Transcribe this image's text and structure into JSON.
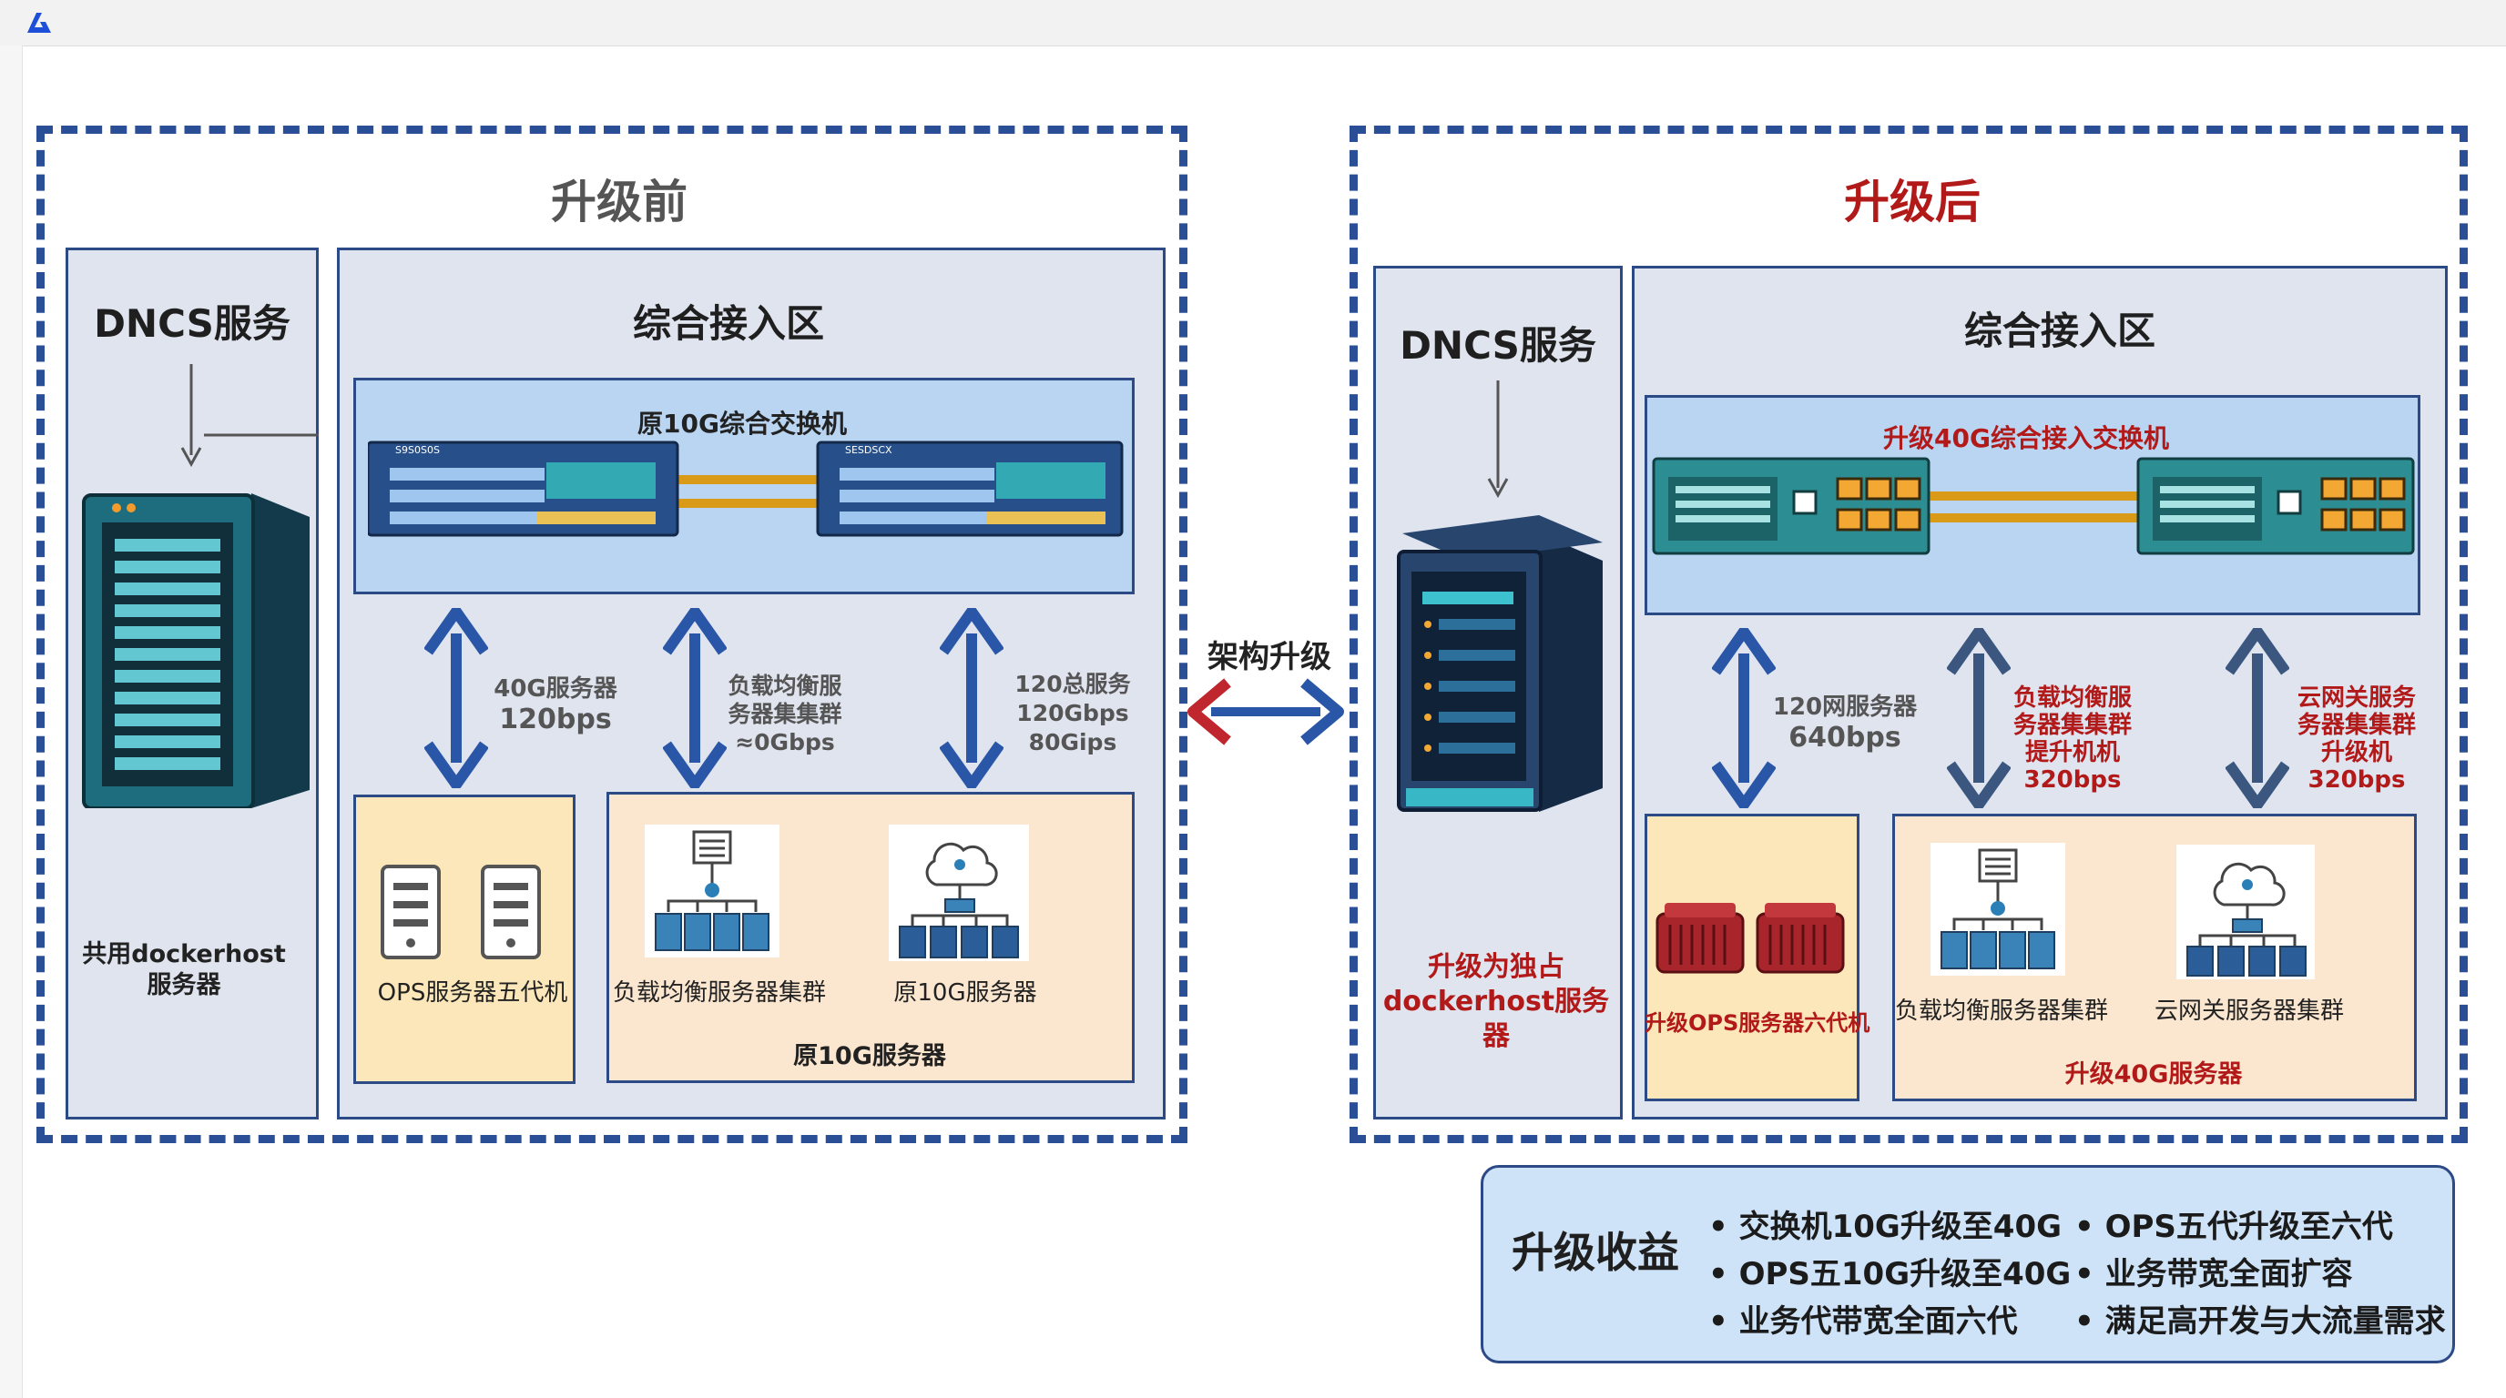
{
  "before": {
    "title": "升级前",
    "dncs_title": "DNCS服务",
    "dncs_server_label_line1": "共用dockerhost",
    "dncs_server_label_line2": "服务器",
    "access_title": "综合接入区",
    "switch_title": "原10G综合交换机",
    "switch_labels": [
      "S9S0S0S",
      "SESDSCX"
    ],
    "links": [
      {
        "lines": [
          "40G服务器",
          "120bps"
        ]
      },
      {
        "lines": [
          "负载均衡服",
          "务器集集群",
          "≈0Gbps"
        ]
      },
      {
        "lines": [
          "120总服务",
          "120Gbps",
          "80Gips"
        ]
      }
    ],
    "ops_label": "OPS服务器五代机",
    "lb_label": "负载均衡服务器集群",
    "orig_label": "原10G服务器",
    "group_label": "原10G服务器"
  },
  "transition_label": "架构升级",
  "after": {
    "title": "升级后",
    "dncs_title": "DNCS服务",
    "dncs_server_label_lines": [
      "升级为独占",
      "dockerhost服务",
      "器"
    ],
    "access_title": "综合接入区",
    "switch_title": "升级40G综合接入交换机",
    "links": [
      {
        "lines": [
          "120网服务器",
          "640bps"
        ]
      },
      {
        "lines": [
          "负载均衡服",
          "务器集集群",
          "提升机机",
          "320bps"
        ]
      },
      {
        "lines": [
          "云网关服务",
          "务器集集群",
          "升级机",
          "320bps"
        ]
      }
    ],
    "ops_label": "升级OPS服务器六代机",
    "lb_label": "负载均衡服务器集群",
    "gw_label": "云网关服务器集群",
    "group_label": "升级40G服务器"
  },
  "benefits": {
    "title": "升级收益",
    "col1": [
      "交换机10G升级至40G",
      "OPS五10G升级至40G",
      "业务代带宽全面六代"
    ],
    "col2": [
      "OPS五代升级至六代",
      "业务带宽全面扩容",
      "满足高开发与大流量需求"
    ]
  },
  "colors": {
    "dash_border": "#2a4f96",
    "accent_red": "#b21a1a",
    "arrow_blue": "#2a56a8",
    "arrow_red": "#c0262d"
  }
}
